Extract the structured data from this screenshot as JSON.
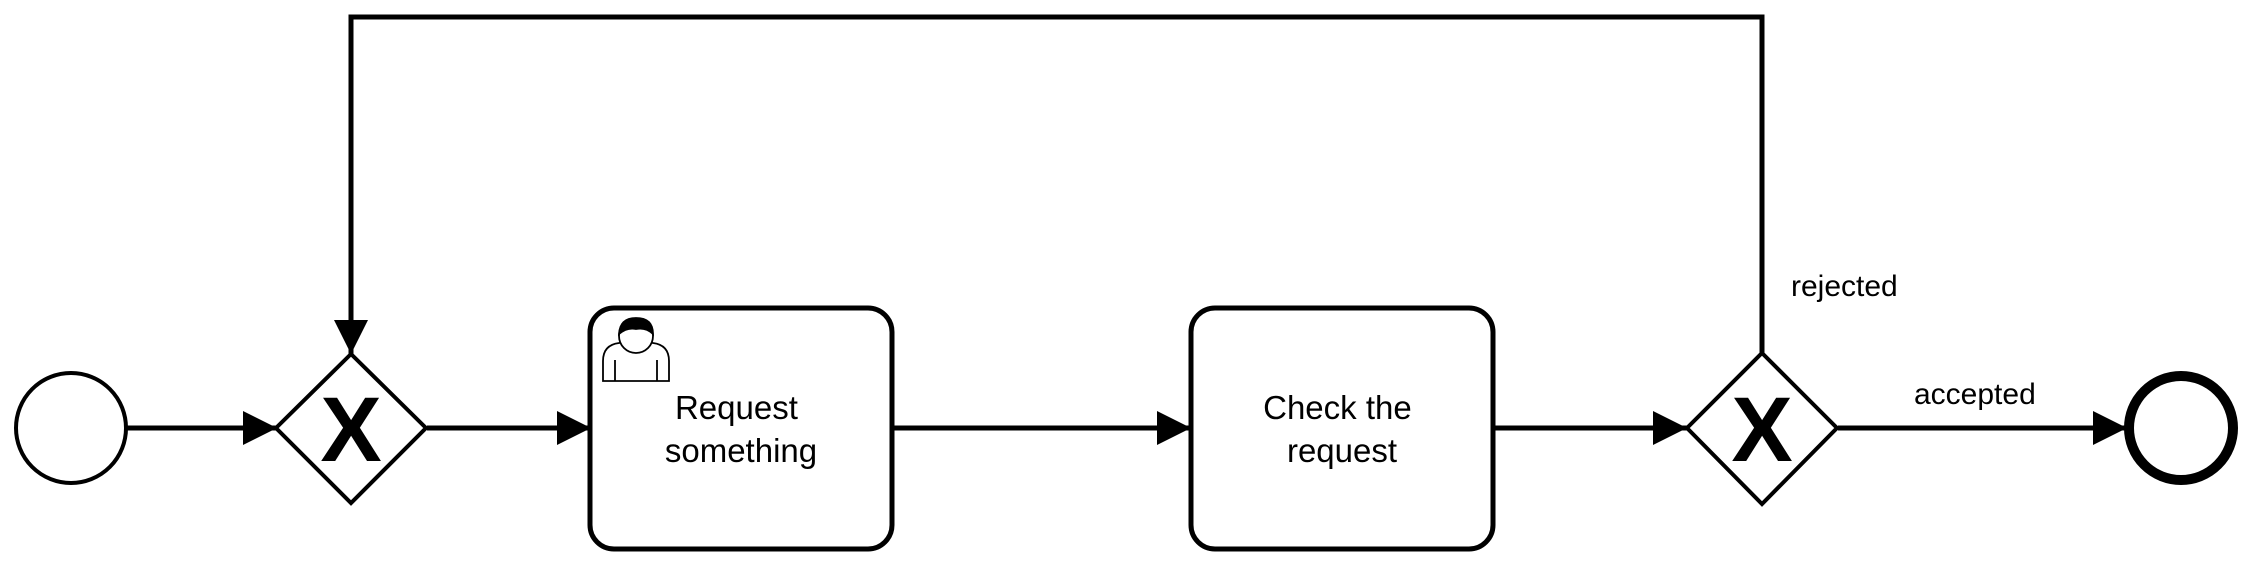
{
  "diagram": {
    "tasks": {
      "request": {
        "type": "user-task",
        "label_line1": "Request",
        "label_line2": "something"
      },
      "check": {
        "type": "task",
        "label_line1": "Check the",
        "label_line2": "request"
      }
    },
    "gateways": {
      "merge": {
        "type": "exclusive",
        "marker": "X"
      },
      "decision": {
        "type": "exclusive",
        "marker": "X"
      }
    },
    "flows": {
      "rejected_label": "rejected",
      "accepted_label": "accepted"
    },
    "icons": {
      "user_task": "user-icon"
    },
    "colors": {
      "stroke": "#000000",
      "fill": "#ffffff"
    }
  }
}
